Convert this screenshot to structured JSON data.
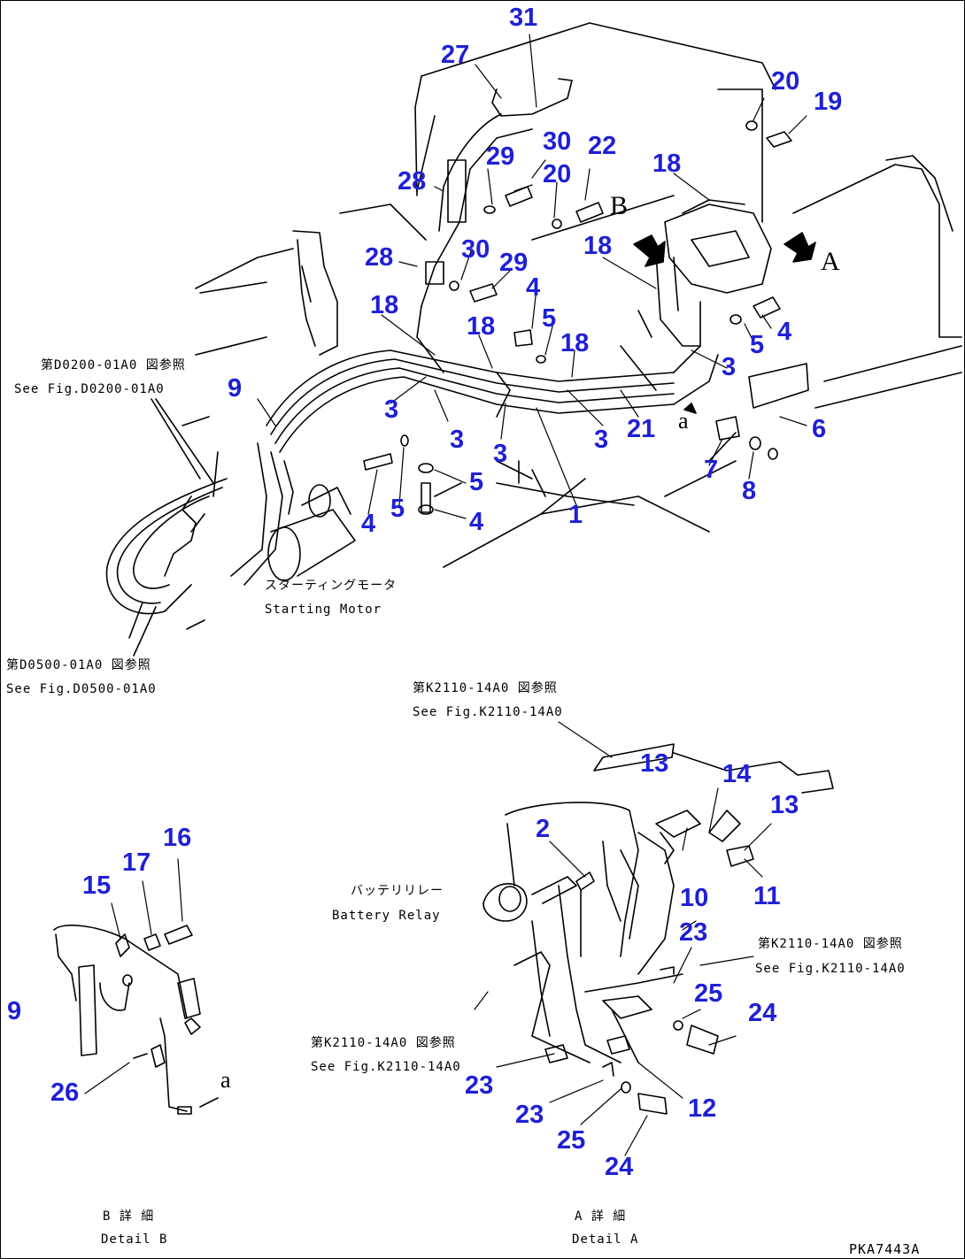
{
  "colors": {
    "callout": "#1f1fd6",
    "line": "#000000",
    "background": "#ffffff"
  },
  "callouts": [
    "31",
    "27",
    "20",
    "19",
    "30",
    "22",
    "29",
    "20",
    "18",
    "28",
    "28",
    "30",
    "29",
    "18",
    "18",
    "4",
    "5",
    "18",
    "4",
    "5",
    "3",
    "18",
    "3",
    "3",
    "3",
    "21",
    "3",
    "6",
    "7",
    "8",
    "5",
    "4",
    "1",
    "4",
    "5",
    "9",
    "13",
    "14",
    "13",
    "2",
    "10",
    "11",
    "23",
    "25",
    "24",
    "23",
    "23",
    "12",
    "25",
    "24",
    "16",
    "17",
    "15",
    "9",
    "26"
  ],
  "letters": {
    "view_b": "B",
    "view_a": "A",
    "a_top": "a",
    "a_bottom": "a"
  },
  "captions": {
    "ref_d0200_jp": "第D0200-01A0 図参照",
    "ref_d0200_en": "See Fig.D0200-01A0",
    "starting_motor_jp": "スターティングモータ",
    "starting_motor_en": "Starting Motor",
    "ref_d0500_jp": "第D0500-01A0 図参照",
    "ref_d0500_en": "See Fig.D0500-01A0",
    "ref_k2110_top_jp": "第K2110-14A0 図参照",
    "ref_k2110_top_en": "See Fig.K2110-14A0",
    "battery_relay_jp": "バッテリリレー",
    "battery_relay_en": "Battery Relay",
    "ref_k2110_right_jp": "第K2110-14A0 図参照",
    "ref_k2110_right_en": "See Fig.K2110-14A0",
    "ref_k2110_left_jp": "第K2110-14A0 図参照",
    "ref_k2110_left_en": "See Fig.K2110-14A0",
    "detail_b_jp": "B 詳 細",
    "detail_b_en": "Detail B",
    "detail_a_jp": "A 詳 細",
    "detail_a_en": "Detail A",
    "figure_code": "PKA7443A"
  }
}
